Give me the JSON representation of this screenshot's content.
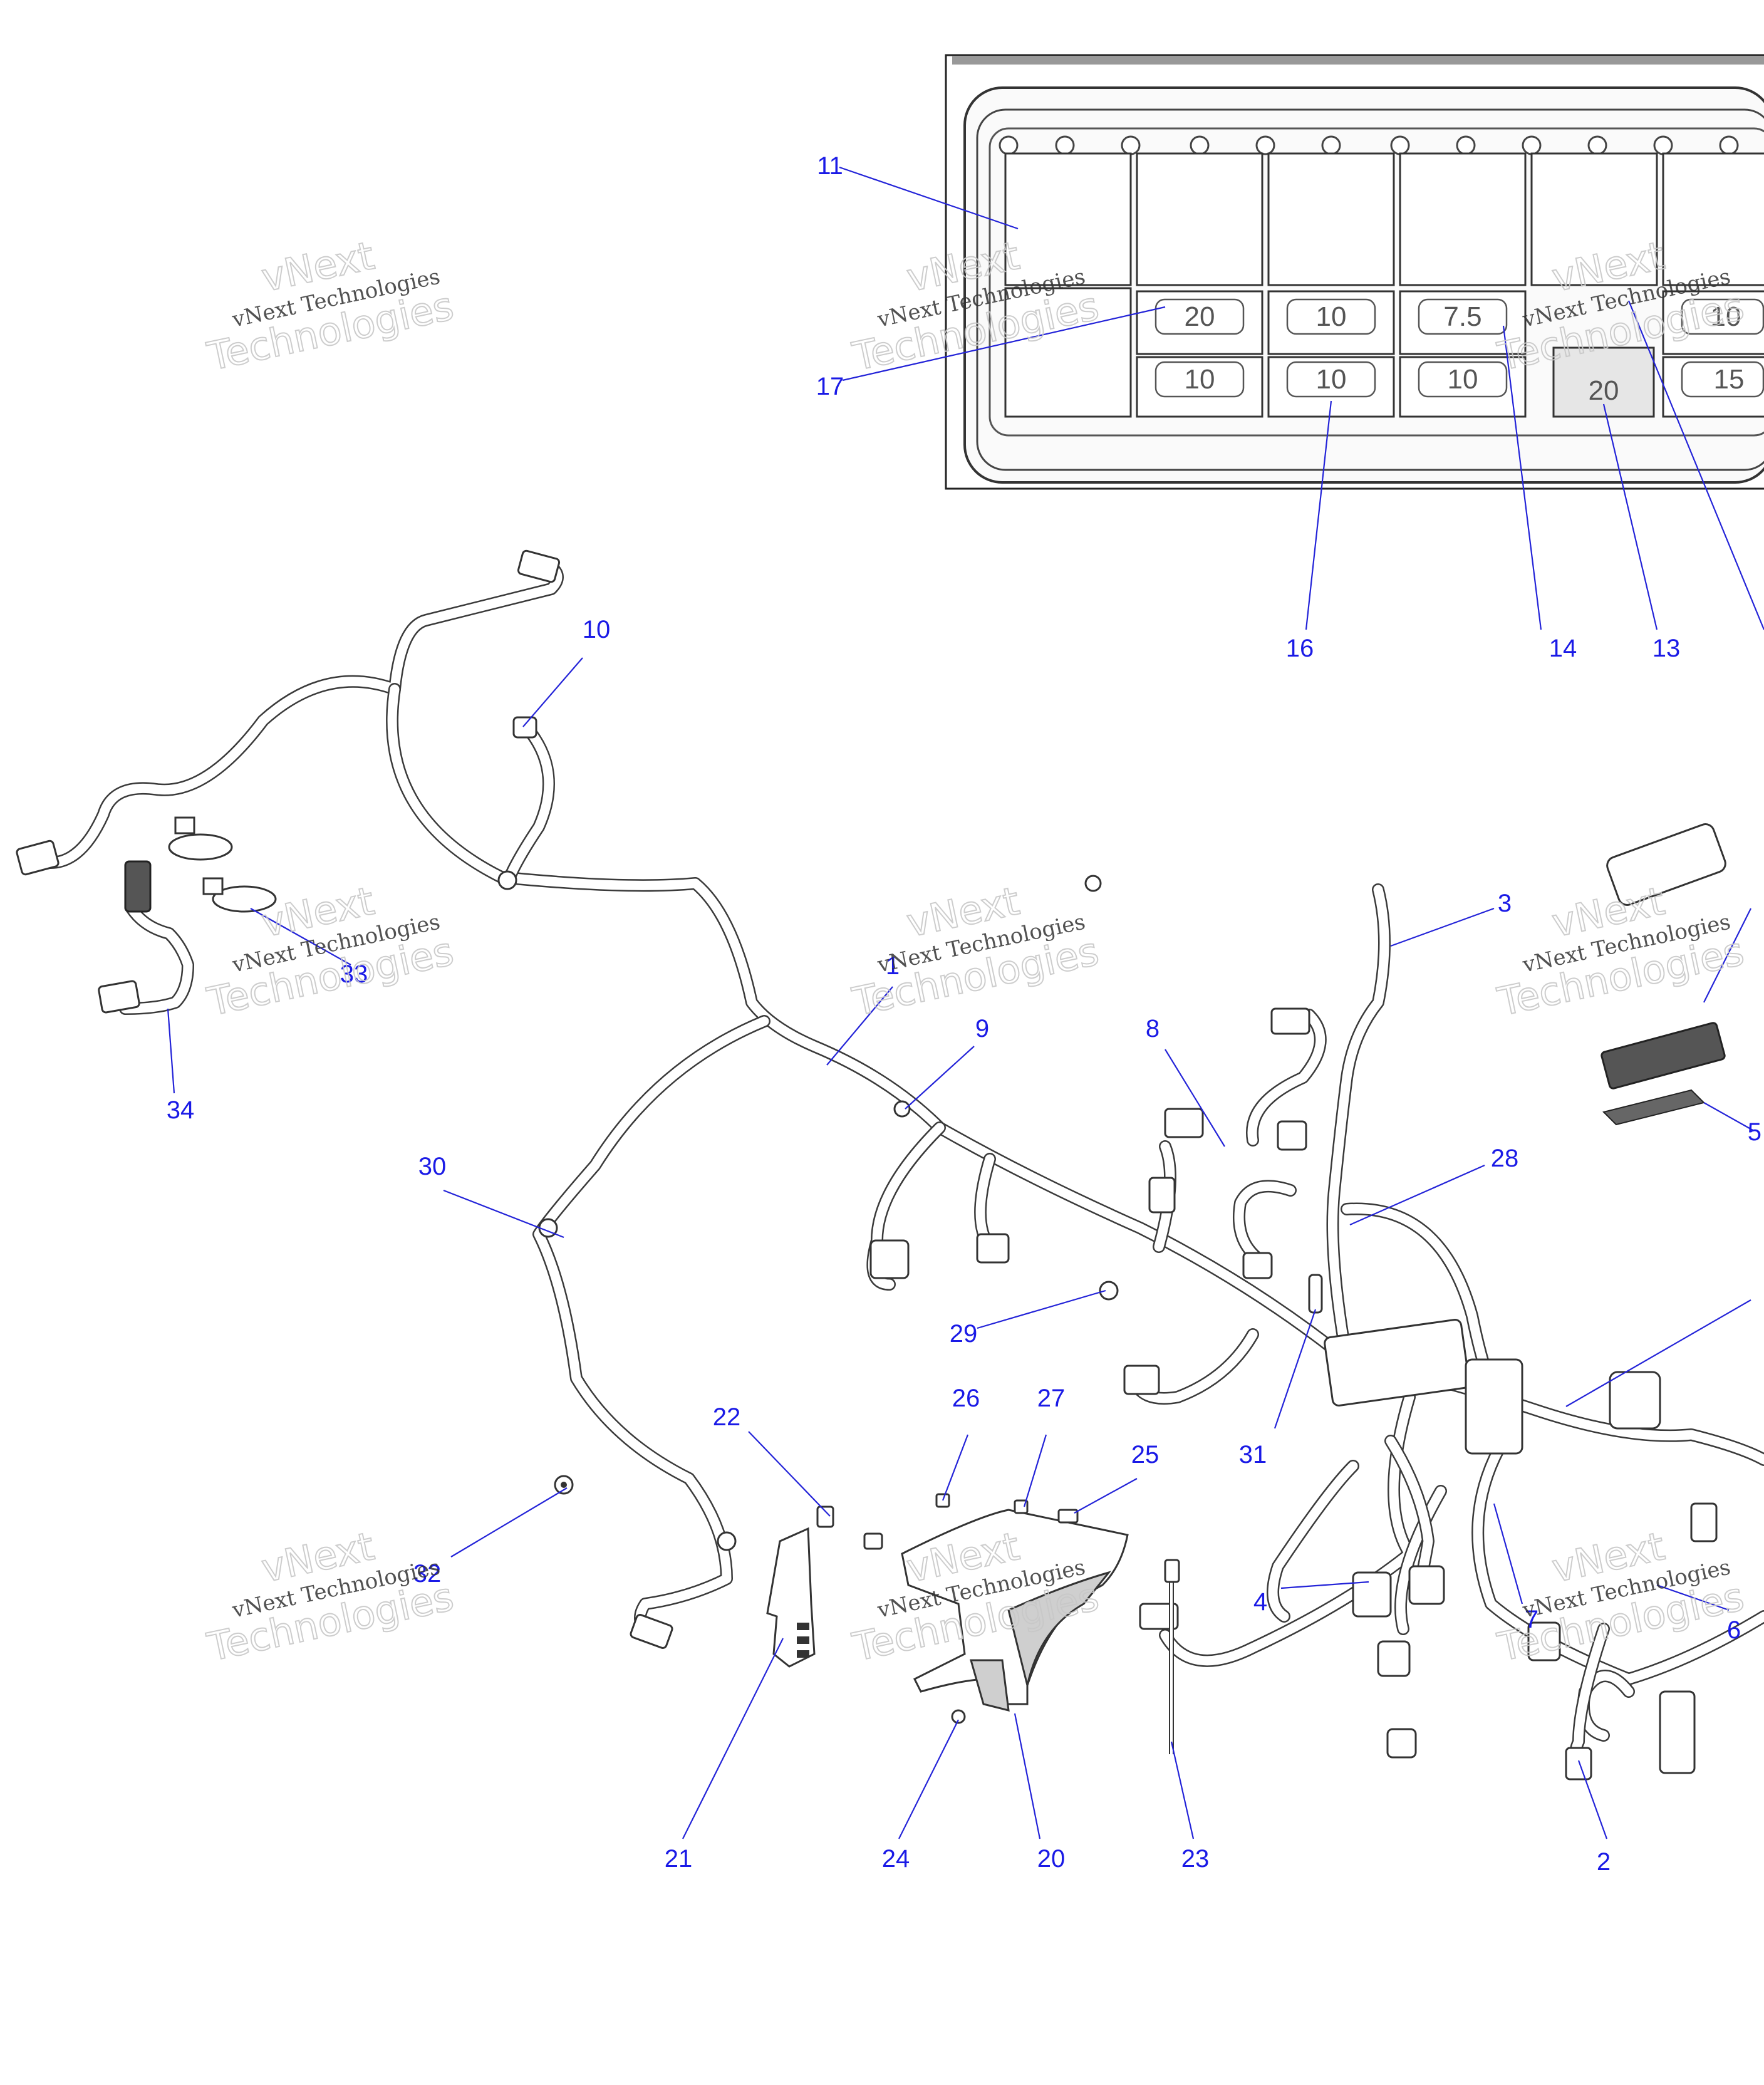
{
  "watermark": {
    "line1": "vNext Technologies",
    "line2": "Technologies",
    "line3": "vNext"
  },
  "fuse_box": {
    "fuses_top_row": [
      "20",
      "10",
      "7.5",
      "10"
    ],
    "fuses_bottom_row": [
      "10",
      "10",
      "10",
      "20",
      "15"
    ]
  },
  "callouts": [
    "1",
    "2",
    "3",
    "4",
    "5",
    "6",
    "7",
    "8",
    "9",
    "10",
    "11",
    "13",
    "14",
    "16",
    "17",
    "20",
    "21",
    "22",
    "23",
    "24",
    "25",
    "26",
    "27",
    "28",
    "29",
    "30",
    "31",
    "32",
    "33",
    "34"
  ]
}
